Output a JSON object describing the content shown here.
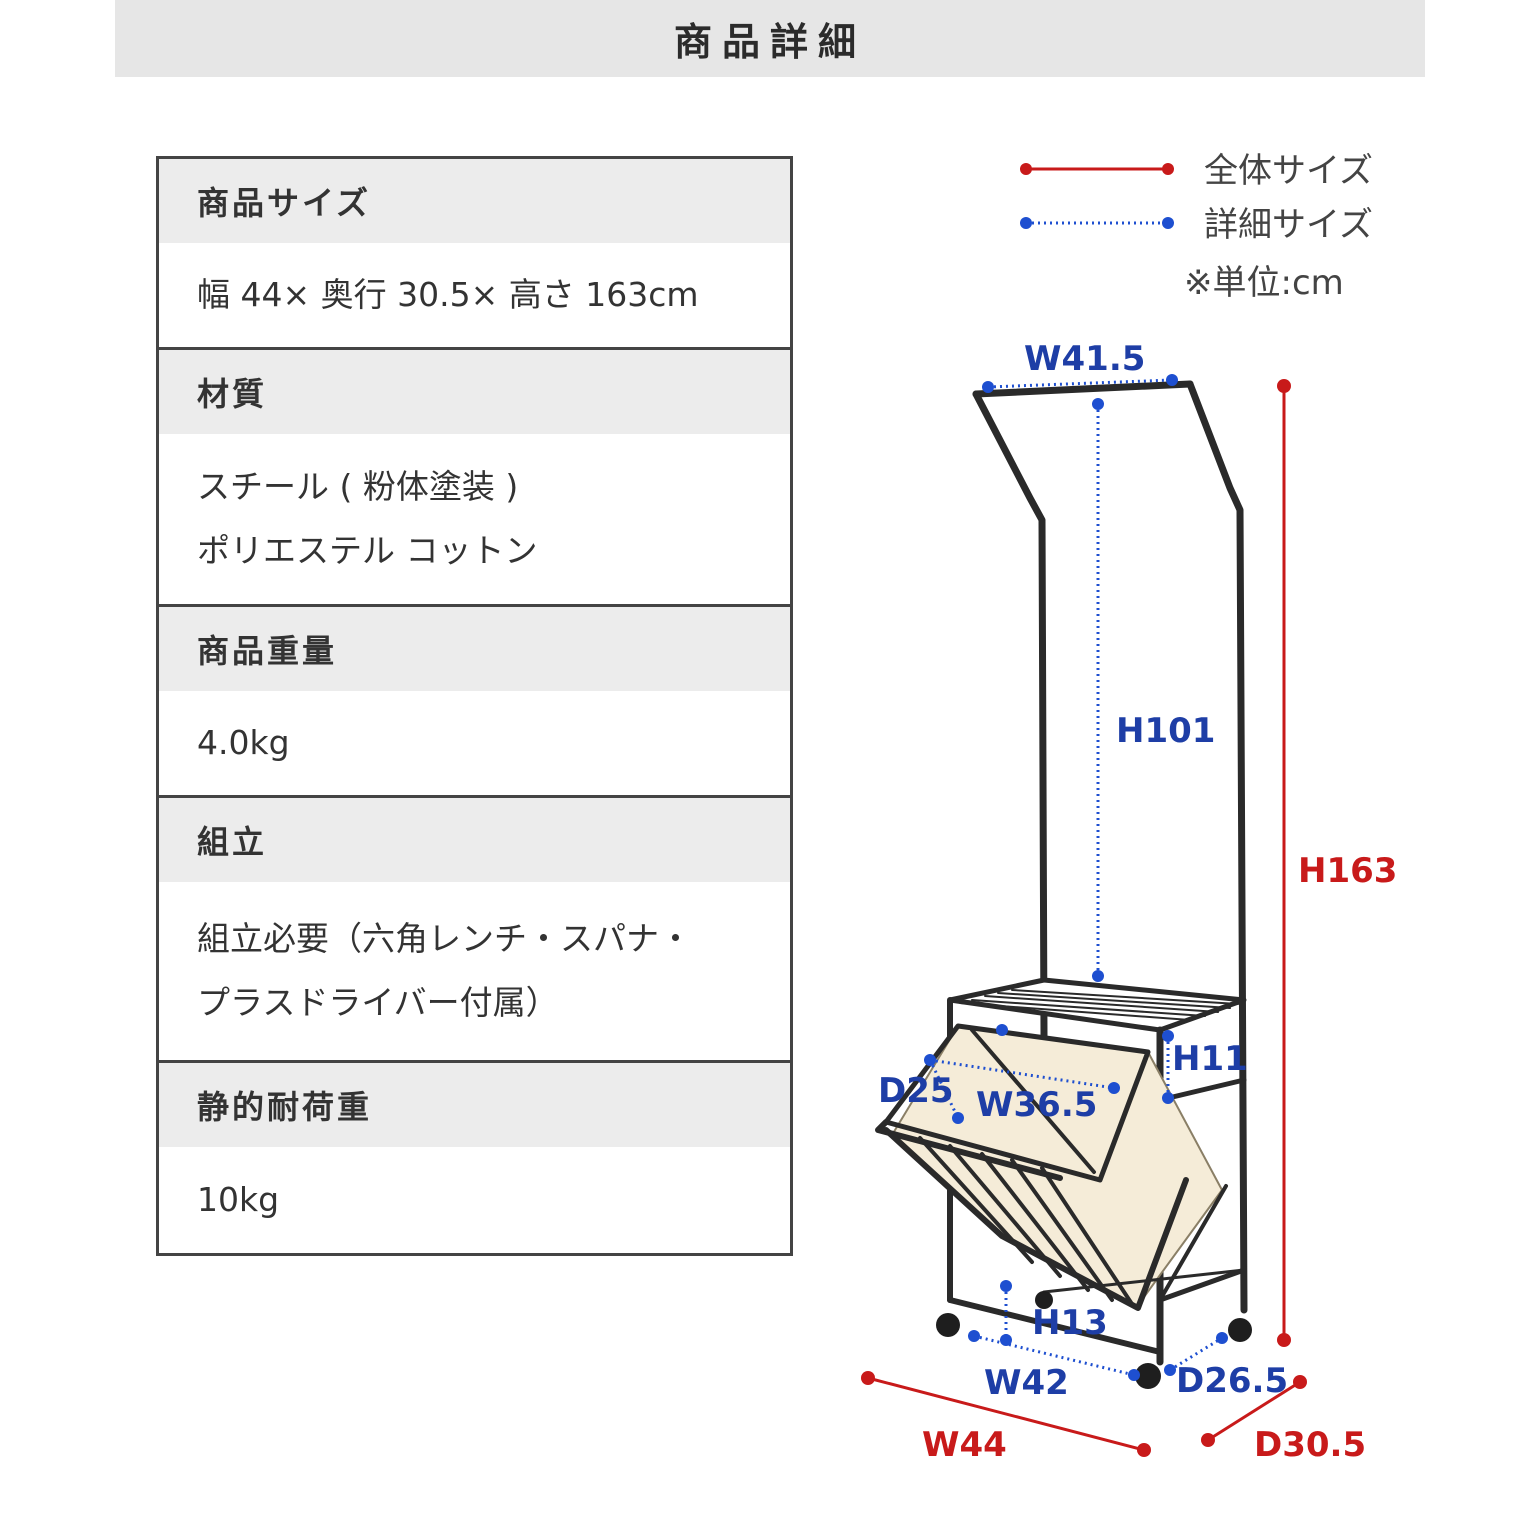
{
  "header": {
    "title": "商品詳細"
  },
  "specs": [
    {
      "label": "商品サイズ",
      "lines": [
        "幅 44× 奥行 30.5× 高さ 163cm"
      ]
    },
    {
      "label": "材質",
      "lines": [
        "スチール ( 粉体塗装 )",
        "ポリエステル コットン"
      ]
    },
    {
      "label": "商品重量",
      "lines": [
        "4.0kg"
      ]
    },
    {
      "label": "組立",
      "lines": [
        "組立必要（六角レンチ・スパナ・",
        "プラスドライバー付属）"
      ]
    },
    {
      "label": "静的耐荷重",
      "lines": [
        "10kg"
      ]
    }
  ],
  "legend": {
    "overall": "全体サイズ",
    "detail": "詳細サイズ",
    "unit": "※単位:cm"
  },
  "colors": {
    "overall_line": "#c81a1a",
    "detail_line": "#1e4fd0",
    "frame": "#2a2a2a",
    "fabric": "#f5ecd8"
  },
  "dimensions": {
    "top_width": "W41.5",
    "upper_height": "H101",
    "total_height": "H163",
    "shelf_height": "H11",
    "bag_depth": "D25",
    "bag_width": "W36.5",
    "bottom_clearance": "H13",
    "base_width": "W42",
    "base_depth": "D26.5",
    "overall_width": "W44",
    "overall_depth": "D30.5"
  }
}
